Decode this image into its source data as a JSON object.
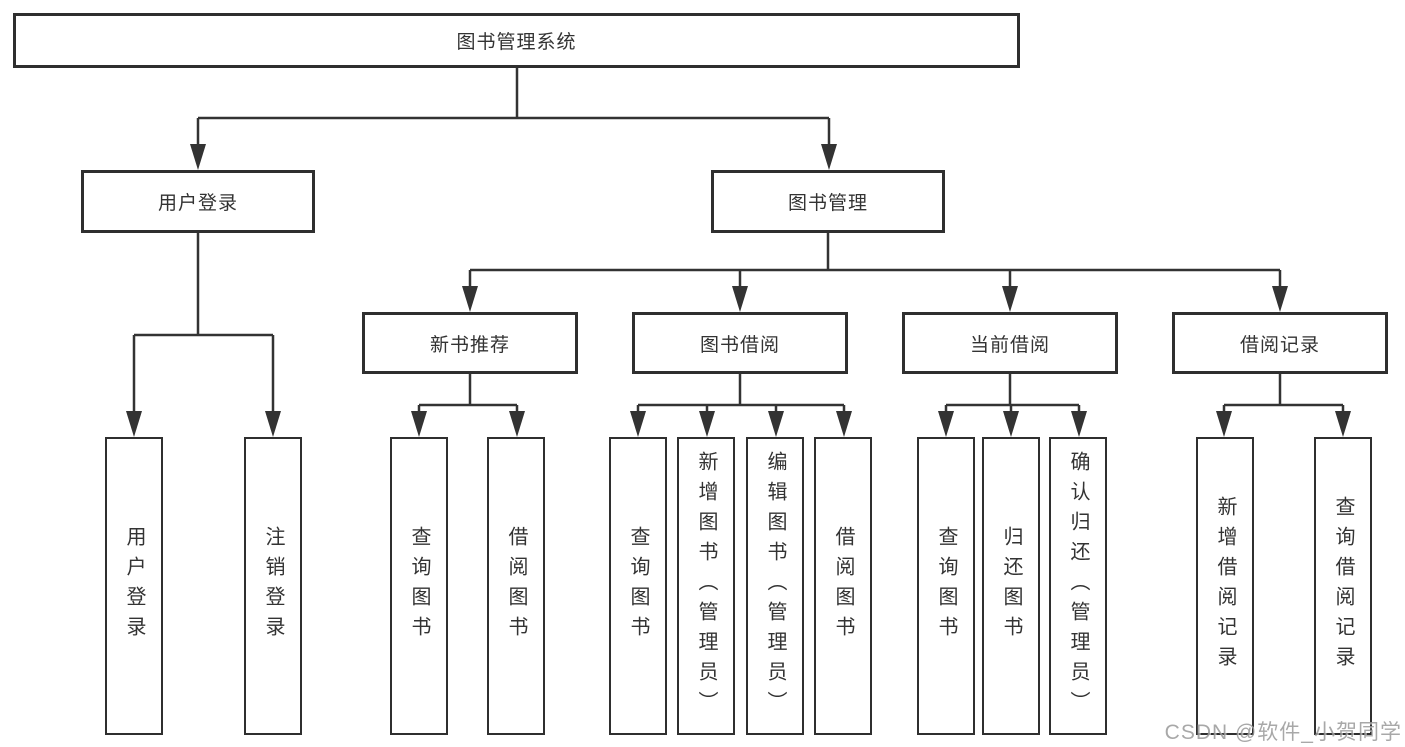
{
  "diagram": {
    "title": "图书管理系统",
    "colors": {
      "line": "#333333",
      "border": "#2f2f2f",
      "text": "#333333",
      "box_bg": "#ffffff",
      "watermark": "#9a9a9a"
    },
    "nodes": {
      "root": {
        "label": "图书管理系统"
      },
      "user_login": {
        "label": "用户登录"
      },
      "book_mgmt": {
        "label": "图书管理"
      },
      "new_book_rec": {
        "label": "新书推荐"
      },
      "book_borrow": {
        "label": "图书借阅"
      },
      "current_borrow": {
        "label": "当前借阅"
      },
      "borrow_record": {
        "label": "借阅记录"
      },
      "leaf_user_login": {
        "label": "用户登录"
      },
      "leaf_logout": {
        "label": "注销登录"
      },
      "leaf_query_book_rec": {
        "label": "查询图书"
      },
      "leaf_borrow_book_rec": {
        "label": "借阅图书"
      },
      "leaf_query_book_borrow": {
        "label": "查询图书"
      },
      "leaf_add_book": {
        "label": "新增图书（管理员）"
      },
      "leaf_edit_book": {
        "label": "编辑图书（管理员）"
      },
      "leaf_borrow_book": {
        "label": "借阅图书"
      },
      "leaf_query_book_current": {
        "label": "查询图书"
      },
      "leaf_return_book": {
        "label": "归还图书"
      },
      "leaf_confirm_return": {
        "label": "确认归还（管理员）"
      },
      "leaf_add_borrow_record": {
        "label": "新增借阅记录"
      },
      "leaf_query_borrow_record": {
        "label": "查询借阅记录"
      }
    },
    "hierarchy": {
      "图书管理系统": [
        "用户登录",
        "图书管理"
      ],
      "用户登录": [
        "用户登录",
        "注销登录"
      ],
      "图书管理": [
        "新书推荐",
        "图书借阅",
        "当前借阅",
        "借阅记录"
      ],
      "新书推荐": [
        "查询图书",
        "借阅图书"
      ],
      "图书借阅": [
        "查询图书",
        "新增图书（管理员）",
        "编辑图书（管理员）",
        "借阅图书"
      ],
      "当前借阅": [
        "查询图书",
        "归还图书",
        "确认归还（管理员）"
      ],
      "借阅记录": [
        "新增借阅记录",
        "查询借阅记录"
      ]
    }
  },
  "watermark": {
    "text": "CSDN @软件_小贺同学"
  }
}
